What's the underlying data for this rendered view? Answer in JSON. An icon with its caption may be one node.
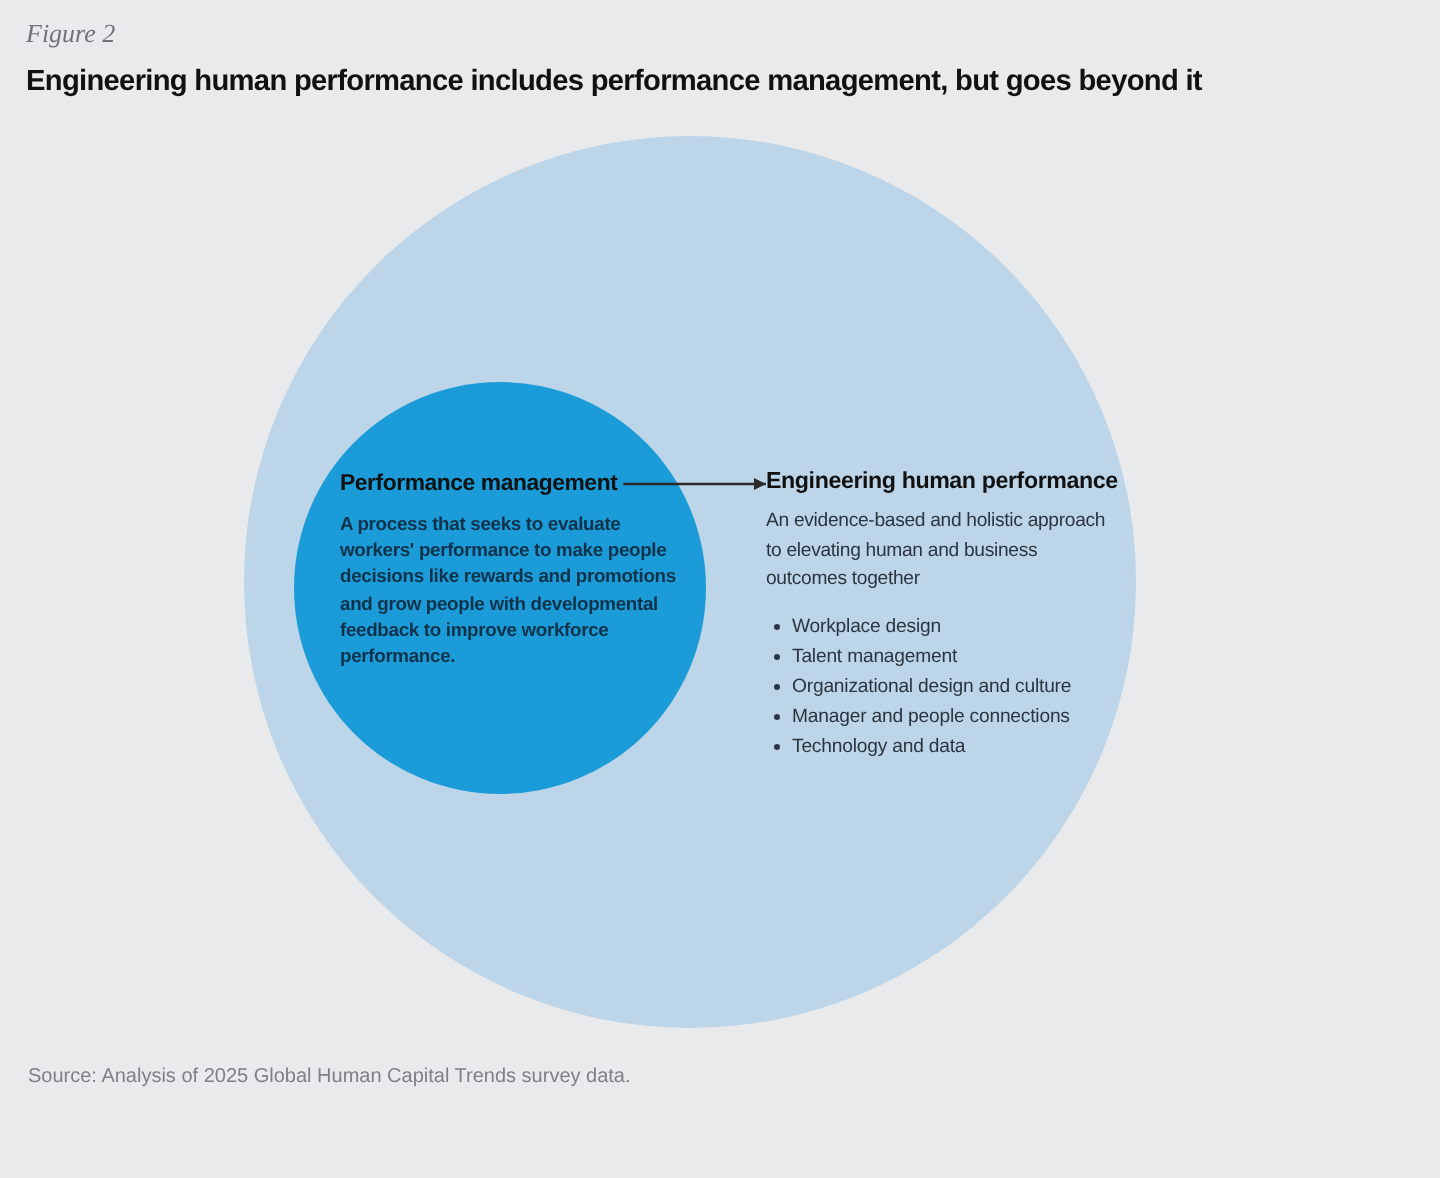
{
  "diagram": {
    "title": "Engineering human performance includes performance management, but goes beyond it",
    "caption": "Source: Analysis of 2025 Global Human Capital Trends survey data.",
    "nodes": [
      {
        "text": [],
        "shape": "circle"
      },
      {
        "text": [
          "Performance management",
          "A process that seeks to evaluate workers' performance to make people decisions like rewards and promotions and grow people with developmental feedback to improve workforce performance."
        ],
        "in": 0
      },
      {
        "text": [
          "Engineering human performance",
          "An evidence-based and holistic approach to elevating human and business outcomes together",
          "Workplace design",
          "Talent management",
          "Organizational design and culture",
          "Manager and people connections",
          "Technology and data"
        ],
        "in": 0
      }
    ],
    "edges": [
      {
        "from": 1,
        "to": 2,
        "arrow": "to"
      }
    ],
    "labels": [
      "Figure 2"
    ]
  }
}
